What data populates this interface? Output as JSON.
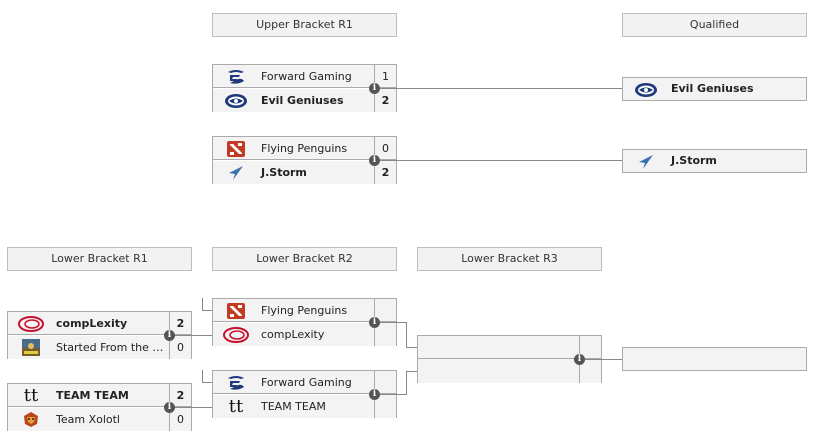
{
  "headers": {
    "upper_r1": "Upper Bracket R1",
    "qualified": "Qualified",
    "lower_r1": "Lower Bracket R1",
    "lower_r2": "Lower Bracket R2",
    "lower_r3": "Lower Bracket R3"
  },
  "upper_r1": [
    {
      "team1": {
        "name": "Forward Gaming",
        "score": "1",
        "logo": "forward-gaming-logo"
      },
      "team2": {
        "name": "Evil Geniuses",
        "score": "2",
        "logo": "evil-geniuses-logo"
      }
    },
    {
      "team1": {
        "name": "Flying Penguins",
        "score": "0",
        "logo": "dota-logo"
      },
      "team2": {
        "name": "J.Storm",
        "score": "2",
        "logo": "jstorm-logo"
      }
    }
  ],
  "qualified": [
    {
      "name": "Evil Geniuses",
      "logo": "evil-geniuses-logo"
    },
    {
      "name": "J.Storm",
      "logo": "jstorm-logo"
    },
    {
      "name": ""
    }
  ],
  "lower_r1": [
    {
      "team1": {
        "name": "compLexity",
        "score": "2",
        "logo": "complexity-logo"
      },
      "team2": {
        "name": "Started From the Po...",
        "score": "0",
        "logo": "sftb-logo"
      }
    },
    {
      "team1": {
        "name": "TEAM TEAM",
        "score": "2",
        "logo": "team-team-logo"
      },
      "team2": {
        "name": "Team Xolotl",
        "score": "0",
        "logo": "team-xolotl-logo"
      }
    }
  ],
  "lower_r2": [
    {
      "team1": {
        "name": "Flying Penguins",
        "score": "",
        "logo": "dota-logo"
      },
      "team2": {
        "name": "compLexity",
        "score": "",
        "logo": "complexity-logo"
      }
    },
    {
      "team1": {
        "name": "Forward Gaming",
        "score": "",
        "logo": "forward-gaming-logo"
      },
      "team2": {
        "name": "TEAM TEAM",
        "score": "",
        "logo": "team-team-logo"
      }
    }
  ],
  "lower_r3": [
    {
      "team1": {
        "name": "",
        "score": ""
      },
      "team2": {
        "name": "",
        "score": ""
      }
    }
  ],
  "colors": {
    "header_bg": "#f2f2f2",
    "row_bg": "#f3f3f3",
    "border": "#aaaaaa",
    "line": "#888888",
    "eg_blue": "#1f3a7a",
    "complexity_red": "#c8102e",
    "jstorm_blue": "#3a6fb0",
    "dota_red": "#c23b22"
  }
}
